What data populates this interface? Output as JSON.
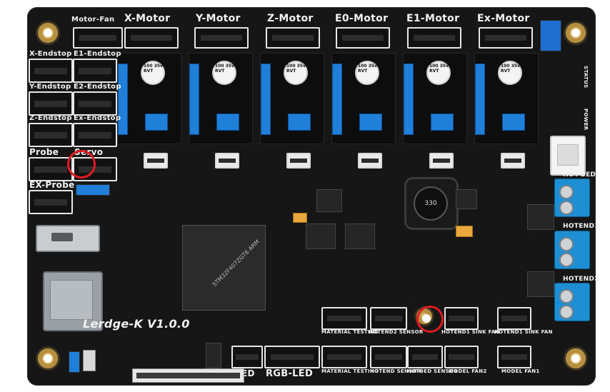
{
  "board": {
    "name_label": "Lerdge-K V1.0.0",
    "motor_labels": [
      "Motor-Fan",
      "X-Motor",
      "Y-Motor",
      "Z-Motor",
      "E0-Motor",
      "E1-Motor",
      "Ex-Motor"
    ],
    "endstop_labels": [
      "X-Endstop",
      "E1-Endstop",
      "Y-Endstop",
      "E2-Endstop",
      "Z-Endstop",
      "Ex-Endstop"
    ],
    "left_labels": [
      "Probe",
      "Servo",
      "EX-Probe"
    ],
    "bottom_labels": [
      "LED",
      "RGB-LED",
      "MATERIAL TESTING",
      "HOTEND2 SENSOR",
      "HOTEND1 SINK FAN",
      "HOTEND1 SINK FAN",
      "MATERIAL TESTING",
      "HOTEND SENSOR",
      "HOTBED SENSOR",
      "MODEL FAN2",
      "MODEL FAN1"
    ],
    "right_labels": [
      "STATUS",
      "POWER",
      "HOT-BED",
      "HOTEND1",
      "HOTEND2"
    ],
    "capacitor_label": "100 35v RVT",
    "inductor_label": "330",
    "mcu_label": "STM32F407ZGT6  ARM"
  },
  "highlights": {
    "color": "#e31b23"
  }
}
